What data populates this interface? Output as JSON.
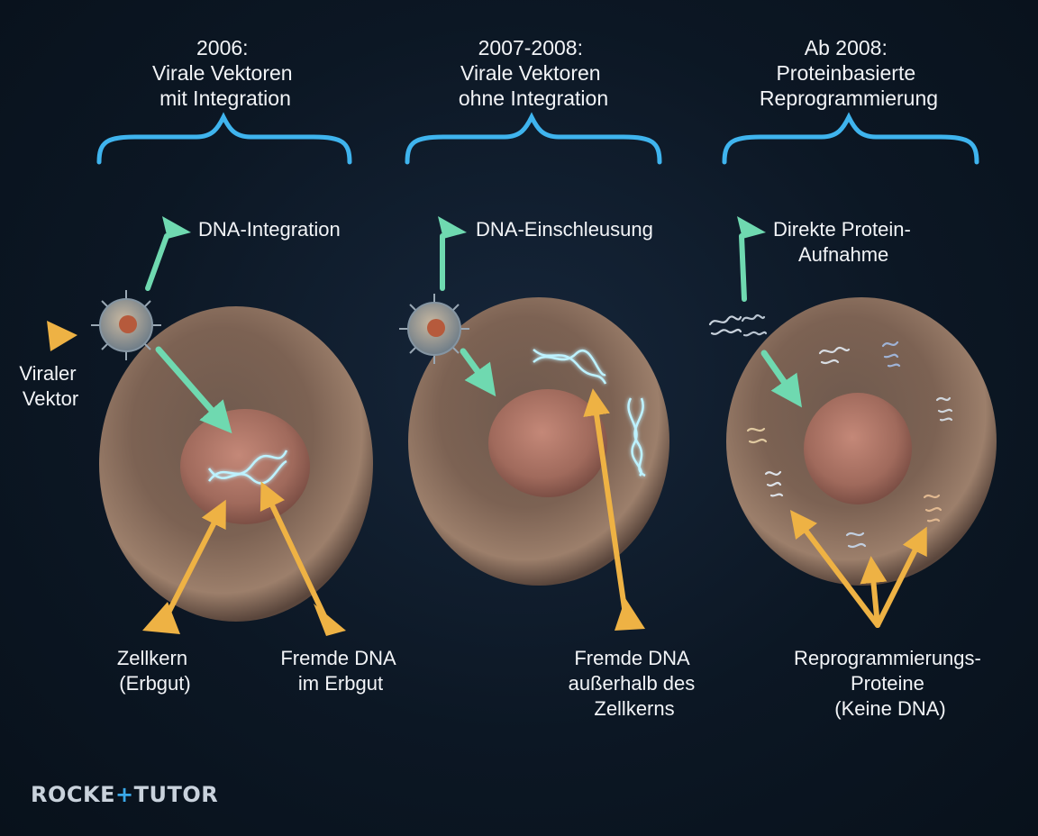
{
  "panels": [
    {
      "header": [
        "2006:",
        "Virale Vektoren",
        "mit Integration"
      ],
      "top_label": [
        "DNA-Integration"
      ],
      "side_label": [
        "Viraler",
        "Vektor"
      ],
      "bottom_labels": [
        [
          "Zellkern",
          "(Erbgut)"
        ],
        [
          "Fremde DNA",
          "im Erbgut"
        ]
      ]
    },
    {
      "header": [
        "2007-2008:",
        "Virale Vektoren",
        "ohne Integration"
      ],
      "top_label": [
        "DNA-Einschleusung"
      ],
      "bottom_labels": [
        [
          "Fremde DNA",
          "außerhalb des",
          "Zellkerns"
        ]
      ]
    },
    {
      "header": [
        "Ab 2008:",
        "Proteinbasierte",
        "Reprogrammierung"
      ],
      "top_label": [
        "Direkte Protein-",
        "Aufnahme"
      ],
      "bottom_labels": [
        [
          "Reprogrammierungs-",
          "Proteine",
          "(Keine DNA)"
        ]
      ]
    }
  ],
  "logo": {
    "left": "ROCKE",
    "plus": "+",
    "right": "TUTOR"
  },
  "colors": {
    "bracket": "#3fb4ee",
    "green_arrow": "#6fd9b0",
    "orange_arrow": "#eeb244",
    "cell": "#8a6a58",
    "nucleus": "#b07868",
    "dna": "#bdf2ff"
  }
}
